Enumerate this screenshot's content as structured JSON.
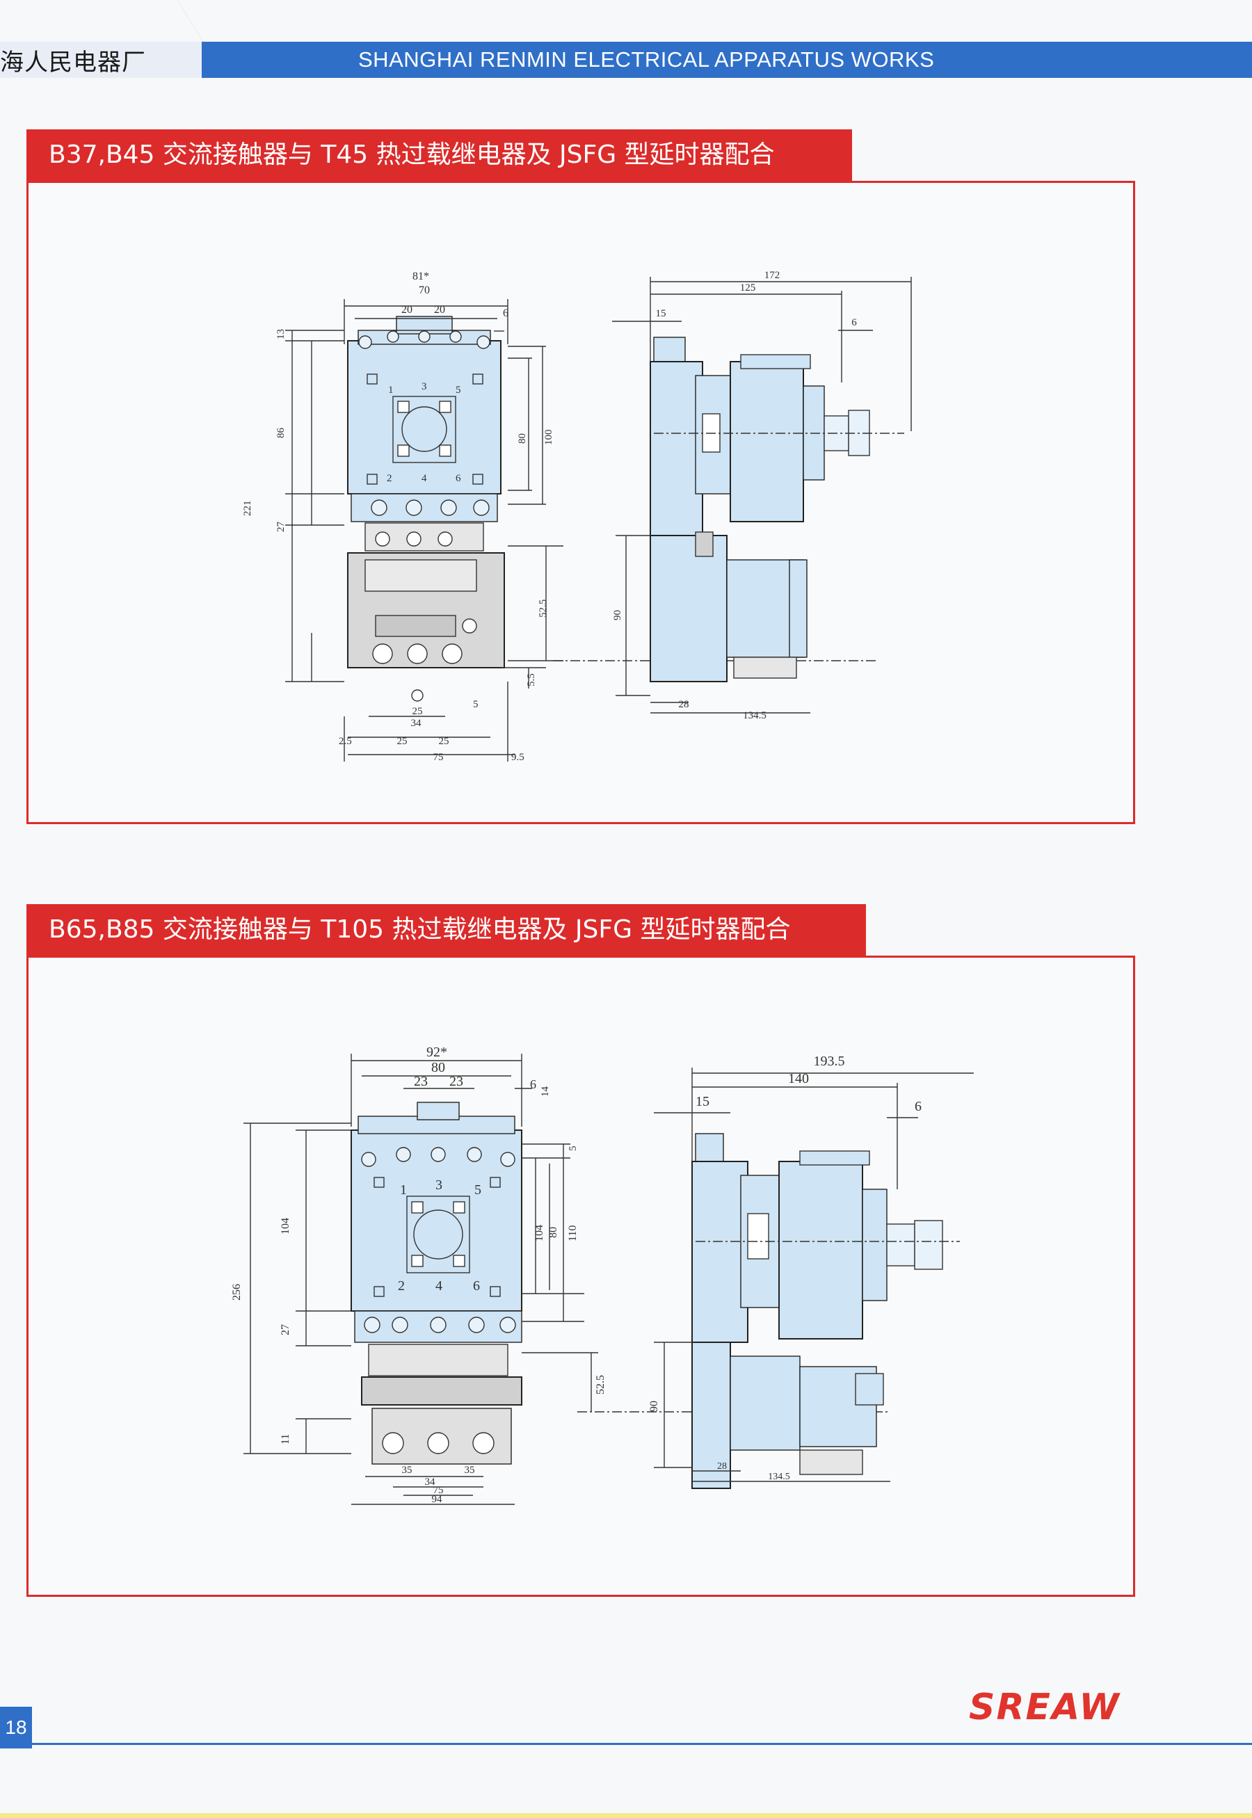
{
  "header": {
    "company_cn": "海人民电器厂",
    "company_en": "SHANGHAI RENMIN ELECTRICAL APPARATUS WORKS"
  },
  "colors": {
    "brand_blue": "#2f6fc8",
    "accent_red": "#dc2b2b",
    "part_fill": "#cfe4f4"
  },
  "sections": [
    {
      "title": "B37,B45 交流接触器与 T45 热过载继电器及 JSFG 型延时器配合",
      "front_dims": {
        "d81": "81*",
        "d70": "70",
        "d20a": "20",
        "d20b": "20",
        "d6": "6",
        "d13": "13",
        "d86": "86",
        "d221": "221",
        "d27": "27",
        "d80": "80",
        "d100": "100",
        "d52_5": "52.5",
        "d5_5": "5.5",
        "d5": "5",
        "d25s": "25",
        "d34": "34",
        "d2_5": "2.5",
        "d25a": "25",
        "d25b": "25",
        "d75": "75",
        "d9_5": "9.5",
        "t1": "1",
        "t3": "3",
        "t5": "5",
        "t2": "2",
        "t4": "4",
        "t6": "6"
      },
      "side_dims": {
        "d172": "172",
        "d125": "125",
        "d15": "15",
        "d6": "6",
        "d90": "90",
        "d28": "28",
        "d134_5": "134.5"
      }
    },
    {
      "title": "B65,B85 交流接触器与 T105 热过载继电器及 JSFG 型延时器配合",
      "front_dims": {
        "d92": "92*",
        "d80": "80",
        "d23a": "23",
        "d23b": "23",
        "d6": "6",
        "d14": "14",
        "d5": "5",
        "d104": "104",
        "d256": "256",
        "d27": "27",
        "d104r": "104",
        "d80r": "80",
        "d110": "110",
        "d52_5": "52.5",
        "d11": "11",
        "d35a": "35",
        "d34": "34",
        "d35b": "35",
        "d75": "75",
        "d94": "94",
        "t1": "1",
        "t3": "3",
        "t5": "5",
        "t2": "2",
        "t4": "4",
        "t6": "6"
      },
      "side_dims": {
        "d193_5": "193.5",
        "d140": "140",
        "d15": "15",
        "d6": "6",
        "d90": "90",
        "d28": "28",
        "d134_5": "134.5"
      }
    }
  ],
  "footer": {
    "page_number": "18",
    "logo": "SREAW"
  }
}
